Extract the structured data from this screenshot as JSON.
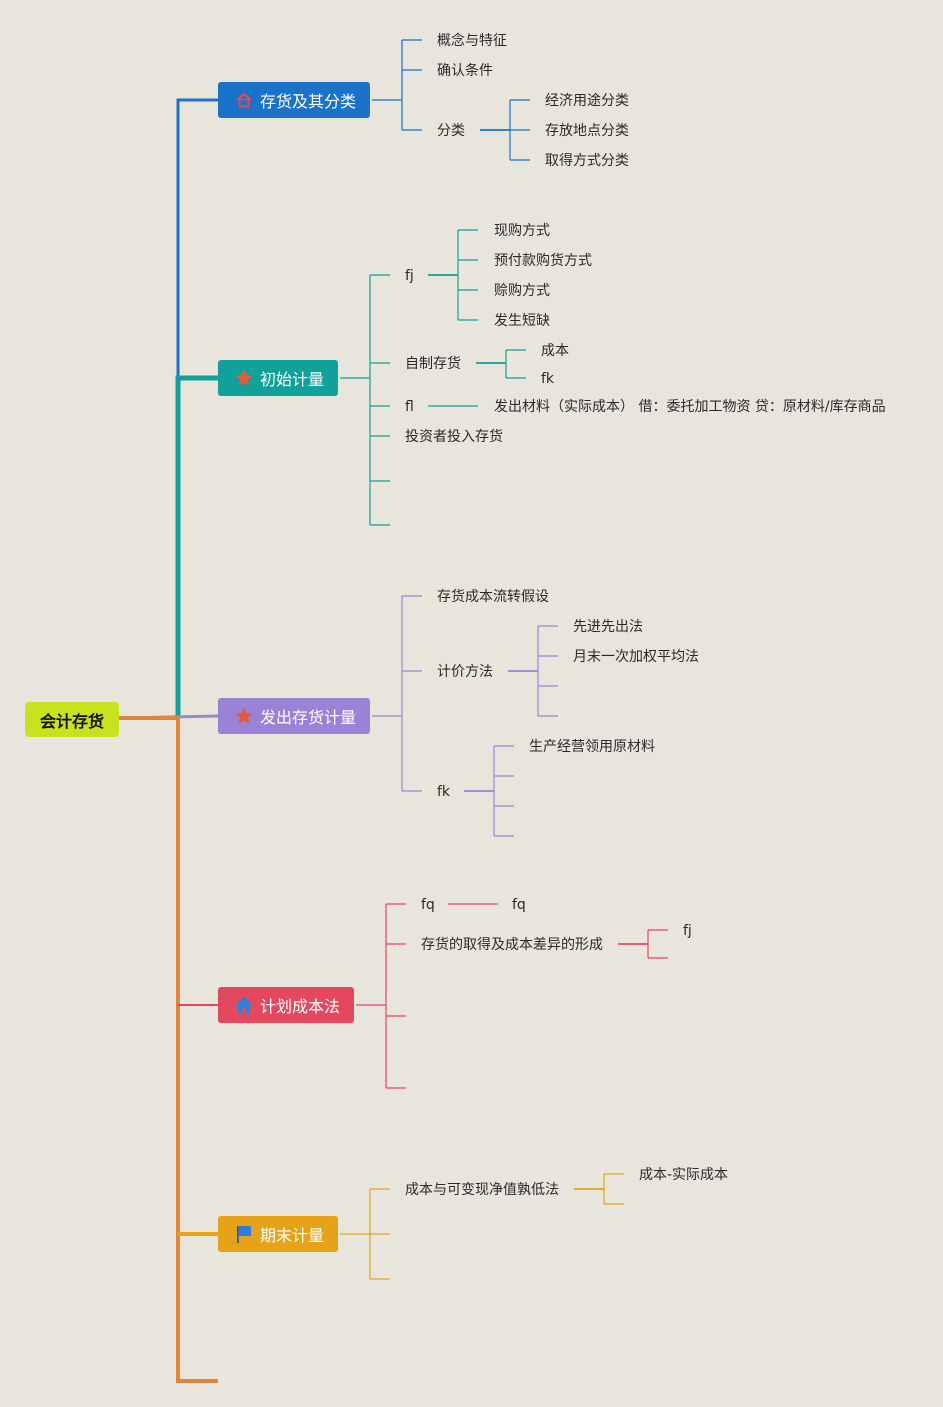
{
  "root": {
    "label": "会计存货"
  },
  "colors": {
    "root": "#c8e21e",
    "blue": "#1a72c9",
    "teal": "#12a19a",
    "purple": "#9a83d6",
    "red": "#e3485f",
    "orange": "#e0863a",
    "gold": "#e6a31a"
  },
  "branches": {
    "b1": {
      "label": "存货及其分类",
      "icon": "house-icon",
      "c1": "概念与特征",
      "c2": "确认条件",
      "c3": "分类",
      "c3a": "经济用途分类",
      "c3b": "存放地点分类",
      "c3c": "取得方式分类"
    },
    "b2": {
      "label": "初始计量",
      "icon": "star-icon",
      "c1": "fj",
      "c1a": "现购方式",
      "c1b": "预付款购货方式",
      "c1c": "赊购方式",
      "c1d": "发生短缺",
      "c2": "自制存货",
      "c2a": "成本",
      "c2b": "fk",
      "c3": "fl",
      "c3a": "发出材料（实际成本） 借：委托加工物资 贷：原材料/库存商品",
      "c4": "投资者投入存货"
    },
    "b3": {
      "label": "发出存货计量",
      "icon": "star-icon",
      "c1": "存货成本流转假设",
      "c2": "计价方法",
      "c2a": "先进先出法",
      "c2b": "月末一次加权平均法",
      "c3": "fk",
      "c3a": "生产经营领用原材料"
    },
    "b4": {
      "label": "计划成本法",
      "icon": "home-icon",
      "c1": "fq",
      "c1a": "fq",
      "c2": "存货的取得及成本差异的形成",
      "c2a": "fj"
    },
    "b5": {
      "label": "期末计量",
      "icon": "flag-icon",
      "c1": "成本与可变现净值孰低法",
      "c1a": "成本-实际成本"
    }
  }
}
